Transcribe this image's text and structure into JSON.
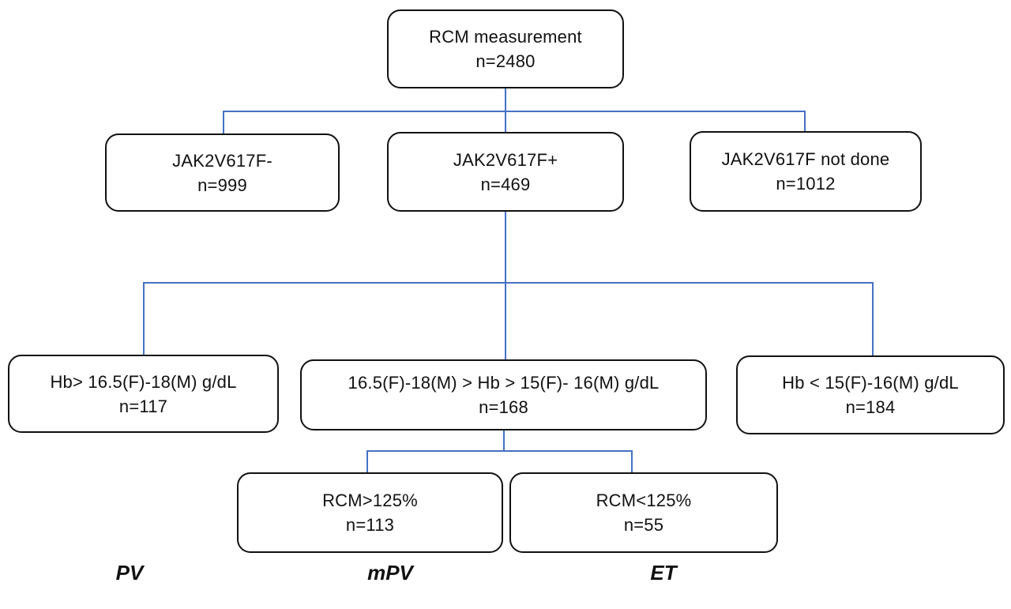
{
  "colors": {
    "line-color": "#4472C4",
    "border-color": "#111111"
  },
  "nodes": {
    "root": {
      "label": "RCM measurement",
      "count": "n=2480"
    },
    "jak2neg": {
      "label": "JAK2V617F-",
      "count": "n=999"
    },
    "jak2pos": {
      "label": "JAK2V617F+",
      "count": "n=469"
    },
    "jak2nd": {
      "label": "JAK2V617F not done",
      "count": "n=1012"
    },
    "hbhigh": {
      "label": "Hb> 16.5(F)-18(M) g/dL",
      "count": "n=117"
    },
    "hbmid": {
      "label": "16.5(F)-18(M) > Hb > 15(F)- 16(M) g/dL",
      "count": "n=168"
    },
    "hblow": {
      "label": "Hb < 15(F)-16(M) g/dL",
      "count": "n=184"
    },
    "rcmhigh": {
      "label": "RCM>125%",
      "count": "n=113"
    },
    "rcmlow": {
      "label": "RCM<125%",
      "count": "n=55"
    }
  },
  "footer": {
    "pv": "PV",
    "mpv": "mPV",
    "et": "ET"
  }
}
